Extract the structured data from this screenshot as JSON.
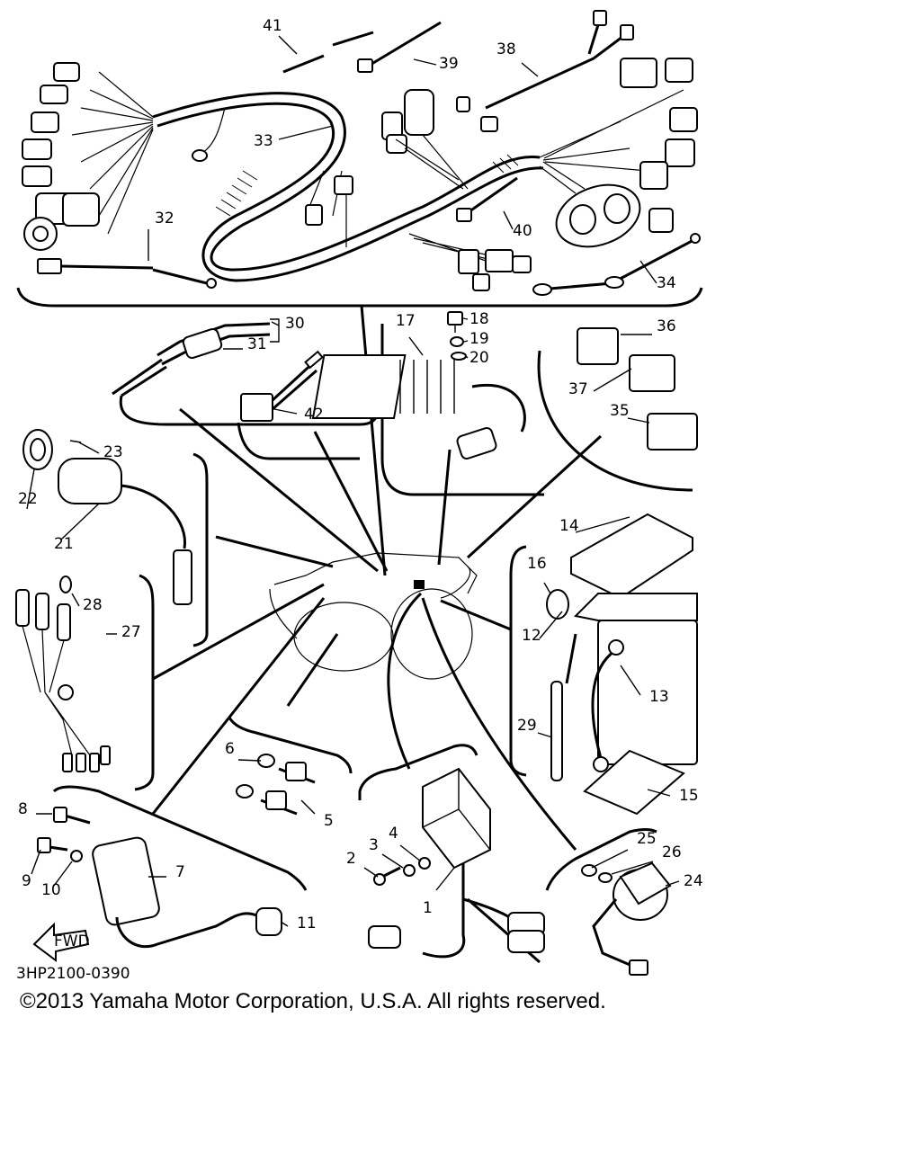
{
  "diagram": {
    "code": "3HP2100-0390",
    "fwd_label": "FWD",
    "callouts": [
      "1",
      "2",
      "3",
      "4",
      "5",
      "6",
      "7",
      "8",
      "9",
      "10",
      "11",
      "12",
      "13",
      "14",
      "15",
      "16",
      "17",
      "18",
      "19",
      "20",
      "21",
      "22",
      "23",
      "24",
      "25",
      "26",
      "27",
      "28",
      "29",
      "30",
      "31",
      "32",
      "33",
      "34",
      "35",
      "36",
      "37",
      "38",
      "39",
      "40",
      "41",
      "42"
    ]
  },
  "footer": {
    "copyright": "©2013 Yamaha Motor Corporation, U.S.A. All rights reserved."
  }
}
